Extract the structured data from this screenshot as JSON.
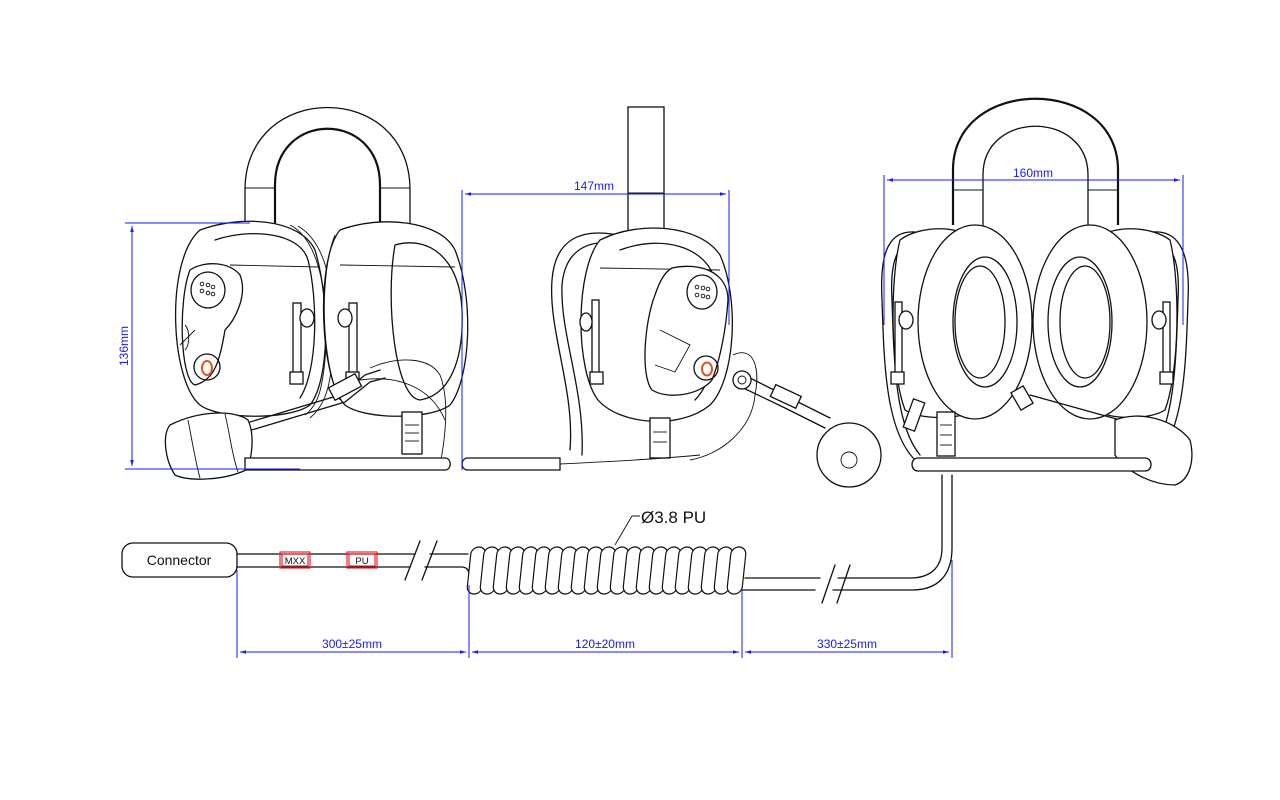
{
  "title": "Headset dimension drawing",
  "dimensions": {
    "height": "136mm",
    "depth": "147mm",
    "width": "160mm",
    "cable_segment_1": "300±25mm",
    "cable_segment_2": "120±20mm",
    "cable_segment_3": "330±25mm"
  },
  "cable": {
    "connector_label": "Connector",
    "tag_1": "MXX",
    "tag_2": "PU",
    "coil_callout": "Ø3.8 PU"
  },
  "views": [
    "side-view-left",
    "side-view-angled",
    "front-view"
  ],
  "colors": {
    "dimension": "#1a1aff",
    "outline": "#111111",
    "tag": "#e8282d",
    "button_ring": "#e2541c"
  }
}
